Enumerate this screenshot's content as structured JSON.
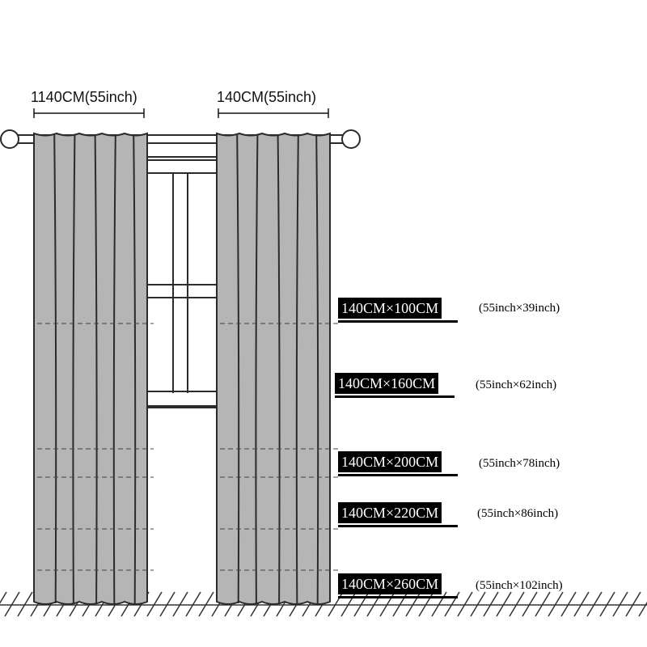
{
  "width_labels": {
    "left": "1140CM(55inch)",
    "right": "140CM(55inch)"
  },
  "sizes": [
    {
      "metric": "140CM×100CM",
      "imperial": "(55inch×39inch)"
    },
    {
      "metric": "140CM×160CM",
      "imperial": "(55inch×62inch)"
    },
    {
      "metric": "140CM×200CM",
      "imperial": "(55inch×78inch)"
    },
    {
      "metric": "140CM×220CM",
      "imperial": "(55inch×86inch)"
    },
    {
      "metric": "140CM×260CM",
      "imperial": "(55inch×102inch)"
    }
  ],
  "colors": {
    "curtain_fill": "#b5b5b5",
    "outline": "#2b2b2b",
    "badge_bg": "#000000",
    "badge_text": "#ffffff"
  }
}
